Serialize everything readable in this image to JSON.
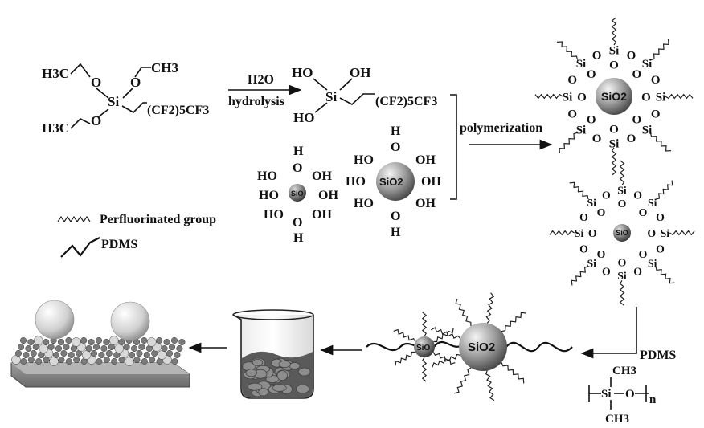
{
  "reactant": {
    "groups": [
      "H3C",
      "CH3",
      "H3C"
    ],
    "oxygen": "O",
    "silicon": "Si",
    "tail": "(CF2)5CF3"
  },
  "step1": {
    "reagent": "H2O",
    "label": "hydrolysis"
  },
  "silanol": {
    "hydroxyl": "HO",
    "hydroxyl_right": "OH",
    "silicon": "Si",
    "tail": "(CF2)5CF3"
  },
  "step2": {
    "label": "polymerization"
  },
  "nanoparticles": {
    "small_label": "SiO",
    "large_label": "SiO2",
    "hydroxyl_left": "HO",
    "hydroxyl_right": "OH",
    "hydrogen": "H"
  },
  "legend": {
    "perfluorinated": "Perfluorinated group",
    "pdms": "PDMS"
  },
  "cluster": {
    "core_large": "SiO2",
    "core_small": "SiO",
    "silicon": "Si",
    "oxygen": "O"
  },
  "step3": {
    "label": "PDMS",
    "monomer": {
      "ch3": "CH3",
      "si": "Si",
      "o": "O",
      "n": "n"
    }
  },
  "product": {
    "small_label": "SiO",
    "large_label": "SiO2"
  },
  "colors": {
    "ink": "#111111",
    "sphere_light": "#f2f2f2",
    "sphere_dark": "#555555",
    "substrate": "#8a8a8a"
  }
}
